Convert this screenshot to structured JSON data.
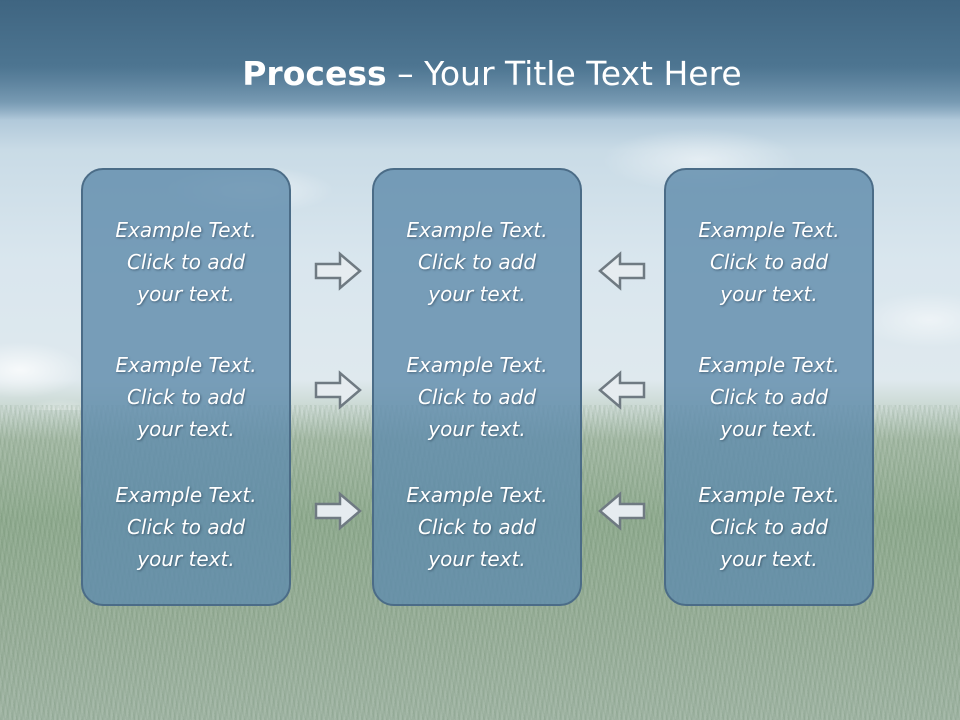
{
  "slide": {
    "title_bold": "Process",
    "title_rest": " – Your Title Text Here"
  },
  "columns": [
    {
      "items": [
        "Example Text.\nClick  to add\nyour text.",
        "Example Text.\nClick  to add\nyour text.",
        "Example Text.\nClick  to add\nyour text."
      ]
    },
    {
      "items": [
        "Example Text.\nClick  to add\nyour text.",
        "Example Text.\nClick  to add\nyour text.",
        "Example Text.\nClick  to add\nyour text."
      ]
    },
    {
      "items": [
        "Example Text.\nClick  to add\nyour text.",
        "Example Text.\nClick  to add\nyour text.",
        "Example Text.\nClick  to add\nyour text."
      ]
    }
  ],
  "icons": {
    "left_arrows": "right-arrow-icon",
    "right_arrows": "left-arrow-icon"
  },
  "colors": {
    "box_fill": "#608cac",
    "box_border": "#4b6c87",
    "arrow_fill": "#e6ecf0",
    "arrow_stroke": "#6f7a82",
    "header": "#3f6581"
  }
}
